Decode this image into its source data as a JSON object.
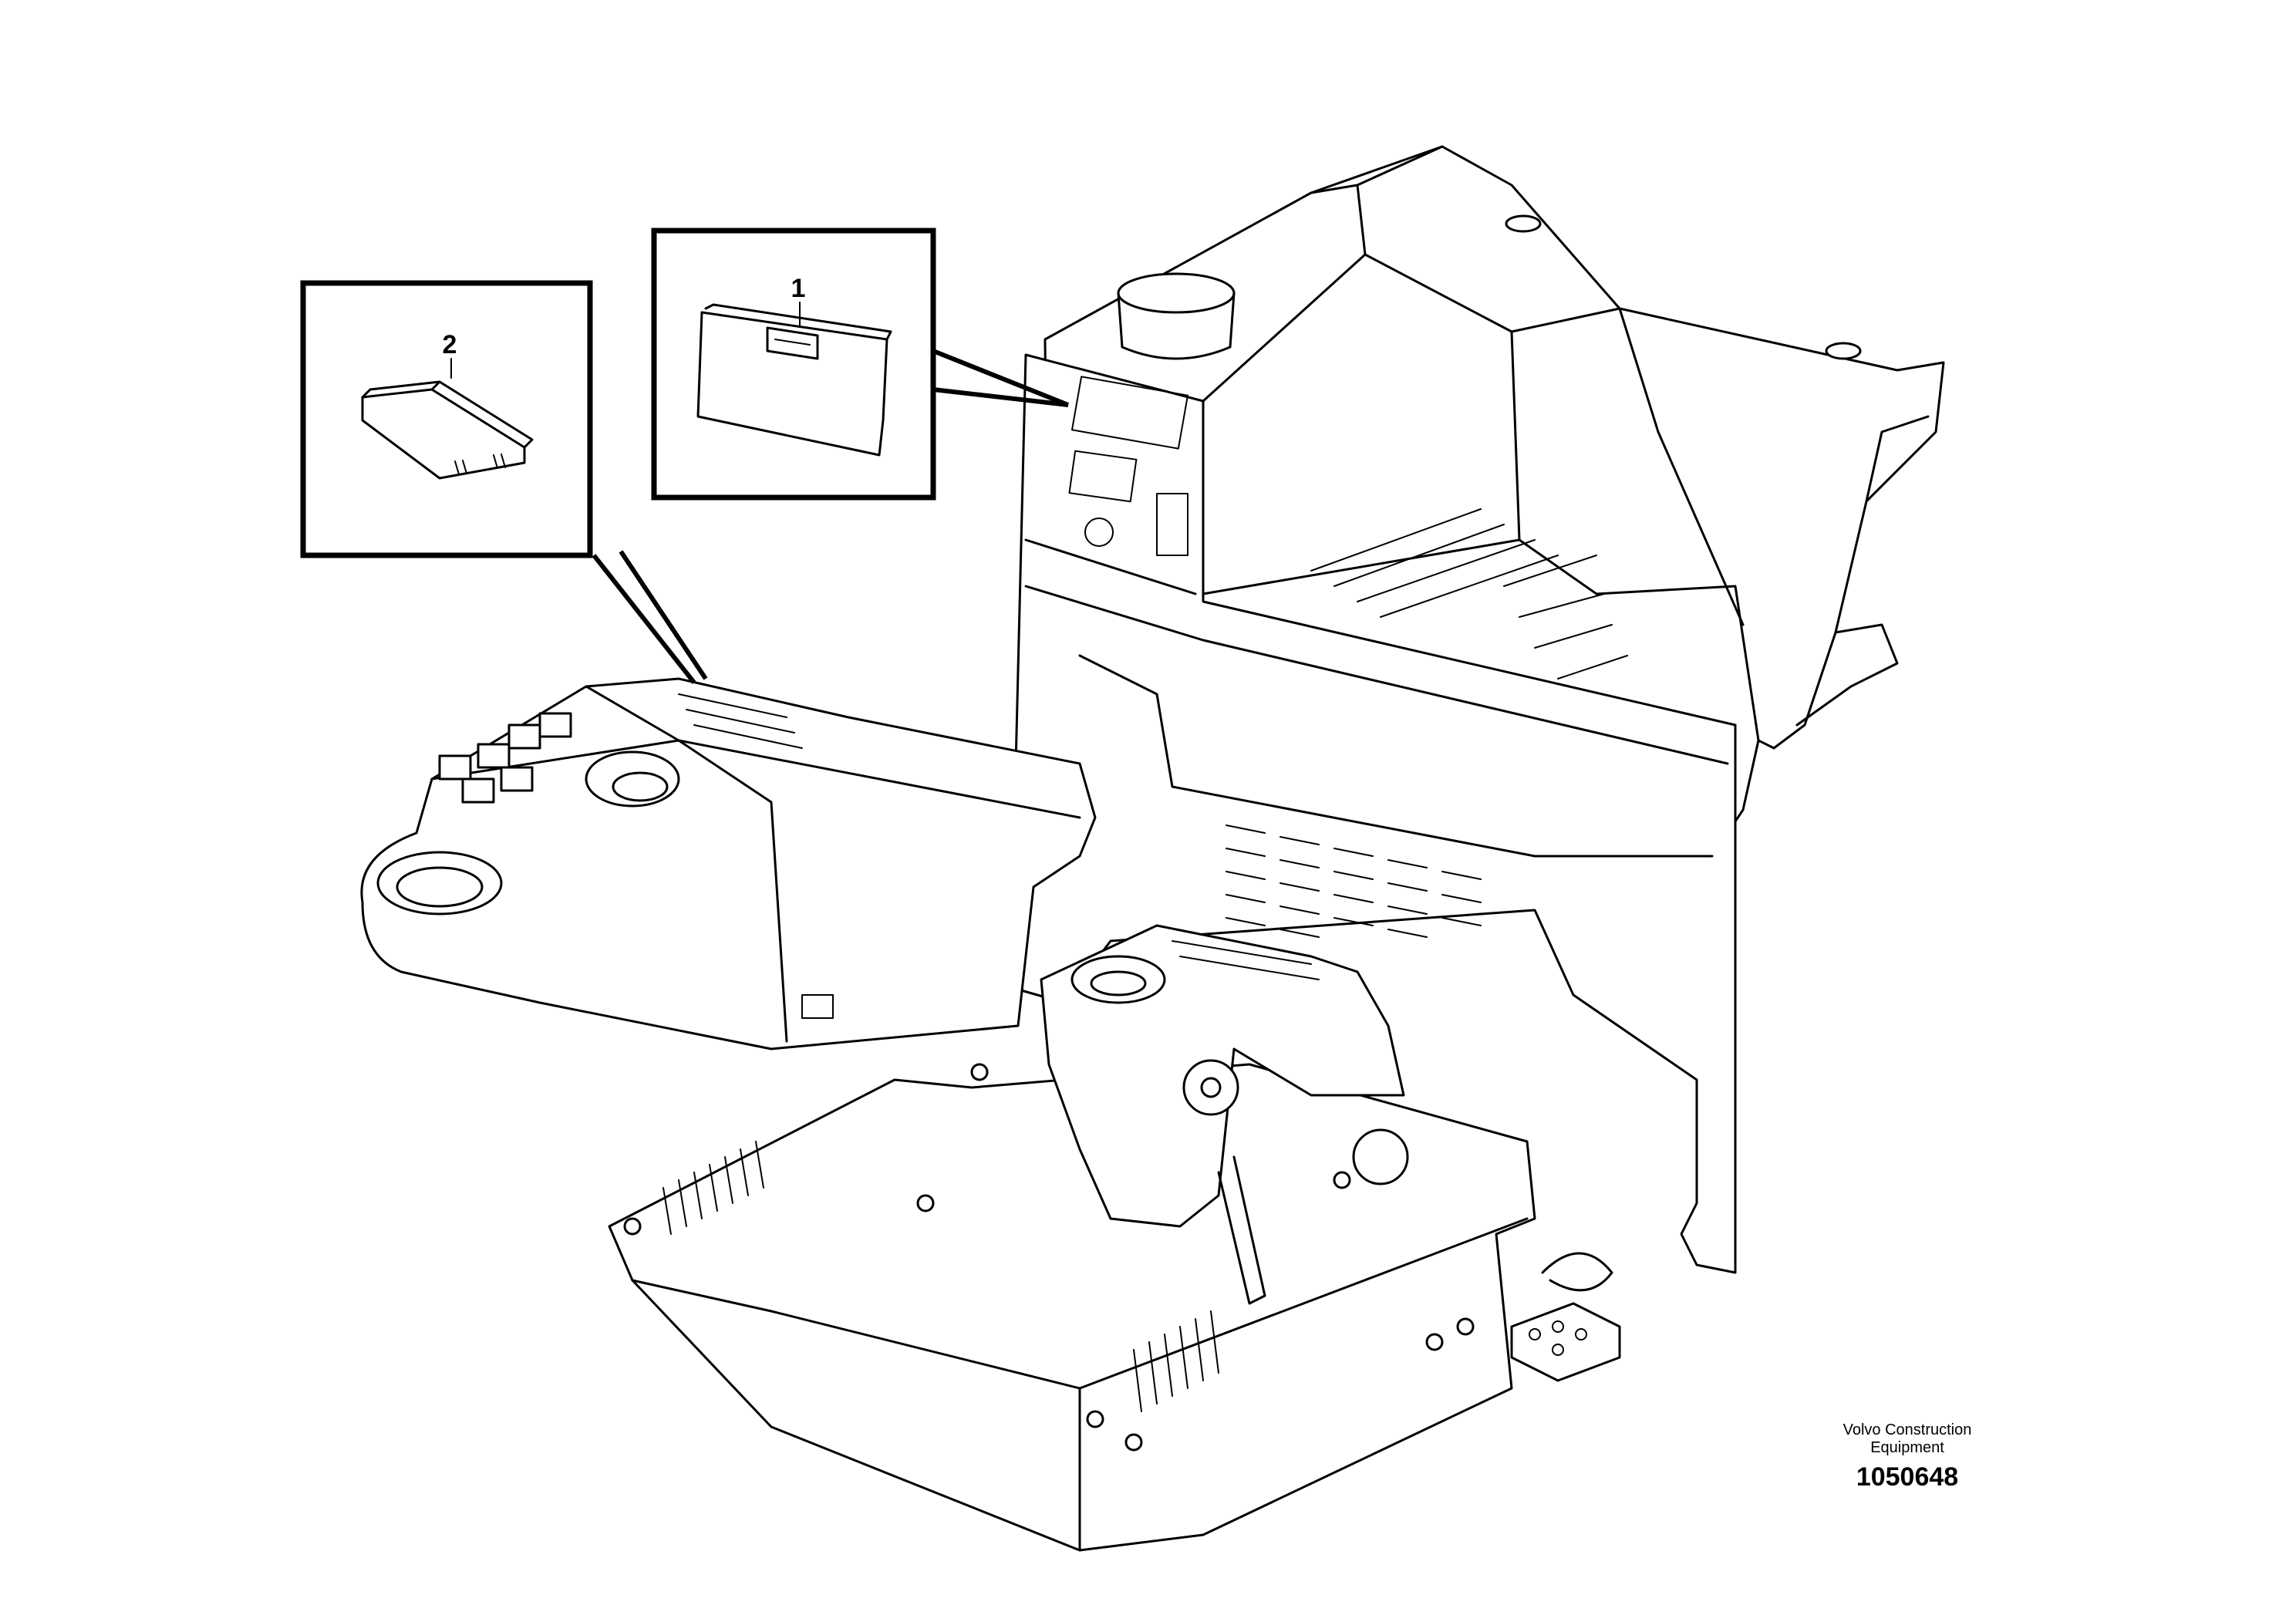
{
  "callouts": [
    {
      "label": "1",
      "part": "cover-lid"
    },
    {
      "label": "2",
      "part": "switch-blank"
    }
  ],
  "footer": {
    "brand_line1": "Volvo Construction",
    "brand_line2": "Equipment",
    "drawing_number": "1050648"
  },
  "colors": {
    "line": "#000000",
    "background": "#ffffff"
  }
}
